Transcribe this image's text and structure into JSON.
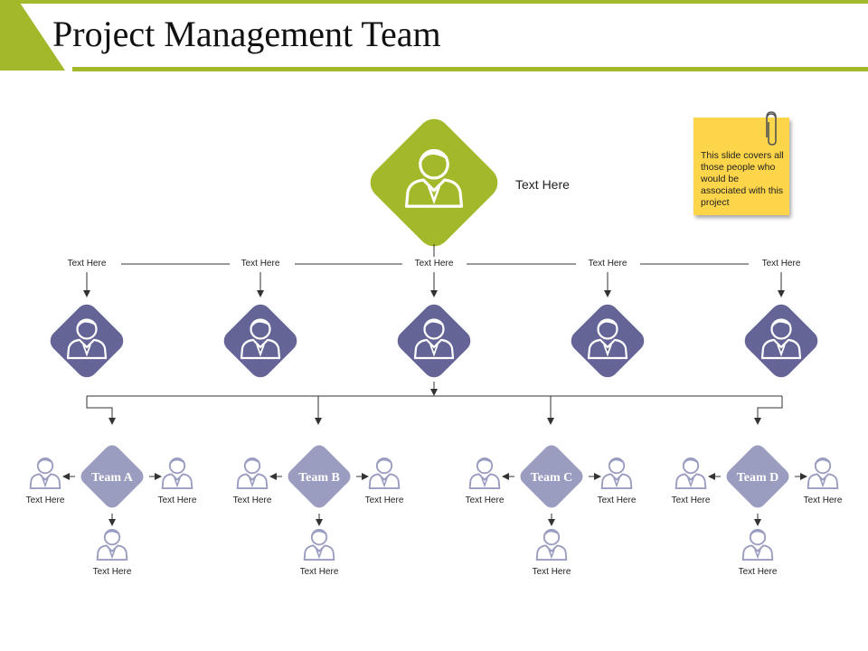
{
  "title": "Project Management Team",
  "colors": {
    "accent_green": "#a3b92a",
    "manager_purple": "#646596",
    "team_lavender": "#9a9cc0",
    "sticky_yellow": "#fcd54a"
  },
  "top_manager": {
    "label": "Text Here",
    "icon": "person-icon"
  },
  "sticky_note": {
    "text": "This slide covers all those people who would be associated with this project",
    "icon": "paperclip-icon"
  },
  "managers": [
    {
      "label": "Text Here",
      "icon": "person-icon"
    },
    {
      "label": "Text Here",
      "icon": "person-icon"
    },
    {
      "label": "Text Here",
      "icon": "person-icon"
    },
    {
      "label": "Text Here",
      "icon": "person-icon"
    },
    {
      "label": "Text Here",
      "icon": "person-icon"
    }
  ],
  "teams": [
    {
      "name": "Team A",
      "members": [
        "Text Here",
        "Text Here",
        "Text Here"
      ]
    },
    {
      "name": "Team B",
      "members": [
        "Text Here",
        "Text Here",
        "Text Here"
      ]
    },
    {
      "name": "Team C",
      "members": [
        "Text Here",
        "Text Here",
        "Text Here"
      ]
    },
    {
      "name": "Team D",
      "members": [
        "Text Here",
        "Text Here",
        "Text Here"
      ]
    }
  ]
}
